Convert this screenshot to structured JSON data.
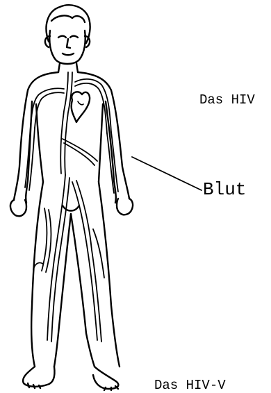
{
  "labels": {
    "top_text": "Das HIV",
    "pointer_text": "Blut",
    "bottom_text": "Das HIV-V"
  },
  "colors": {
    "ink": "#000000",
    "background": "#ffffff"
  }
}
